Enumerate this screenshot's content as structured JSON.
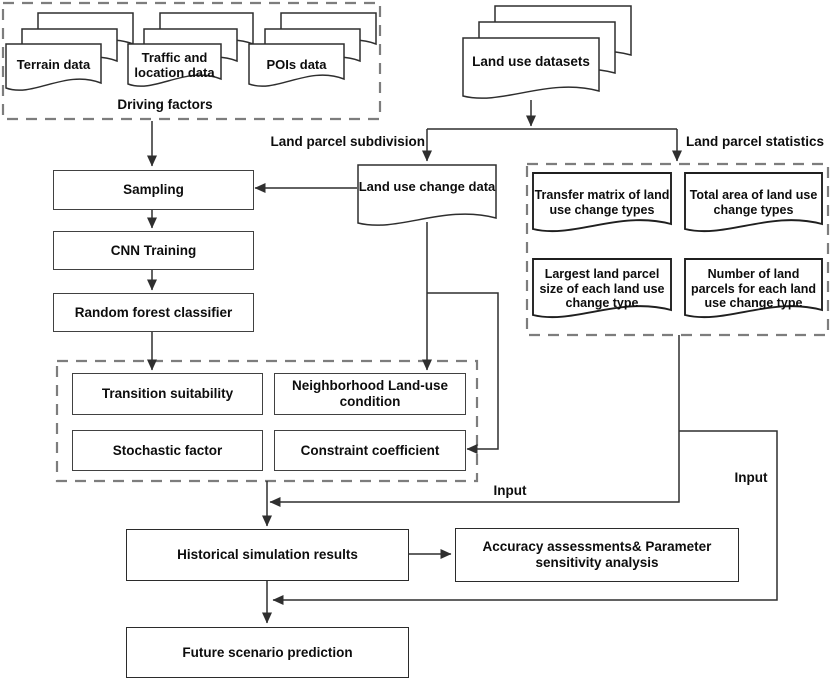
{
  "colors": {
    "line": "#2f2f2f",
    "dash_border": "#7d7d7d",
    "text": "#0d0d0d",
    "box_bg": "#ffffff"
  },
  "driving_factors": {
    "label": "Driving factors",
    "docs": {
      "terrain": "Terrain data",
      "traffic": "Traffic and location data",
      "pois": "POIs data"
    }
  },
  "datasets": {
    "label": "Land use datasets"
  },
  "branch": {
    "left_label": "Land parcel subdivision",
    "right_label": "Land parcel statistics"
  },
  "pipeline": {
    "sampling": "Sampling",
    "cnn": "CNN Training",
    "random_forest": "Random forest classifier"
  },
  "change_data": {
    "label": "Land use change data"
  },
  "statistics": {
    "transfer_matrix": "Transfer matrix of land use change types",
    "total_area": "Total area of  land use change types",
    "largest_parcel": "Largest land parcel size of each land use change type",
    "number_parcels": "Number of land parcels for each land use change type"
  },
  "parameters": {
    "transition": "Transition suitability",
    "neighborhood": "Neighborhood Land-use condition",
    "stochastic": "Stochastic factor",
    "constraint": "Constraint coefficient"
  },
  "flow": {
    "input_left": "Input",
    "input_right": "Input",
    "historical": "Historical simulation results",
    "accuracy": "Accuracy assessments& Parameter sensitivity analysis",
    "future": "Future scenario prediction"
  }
}
